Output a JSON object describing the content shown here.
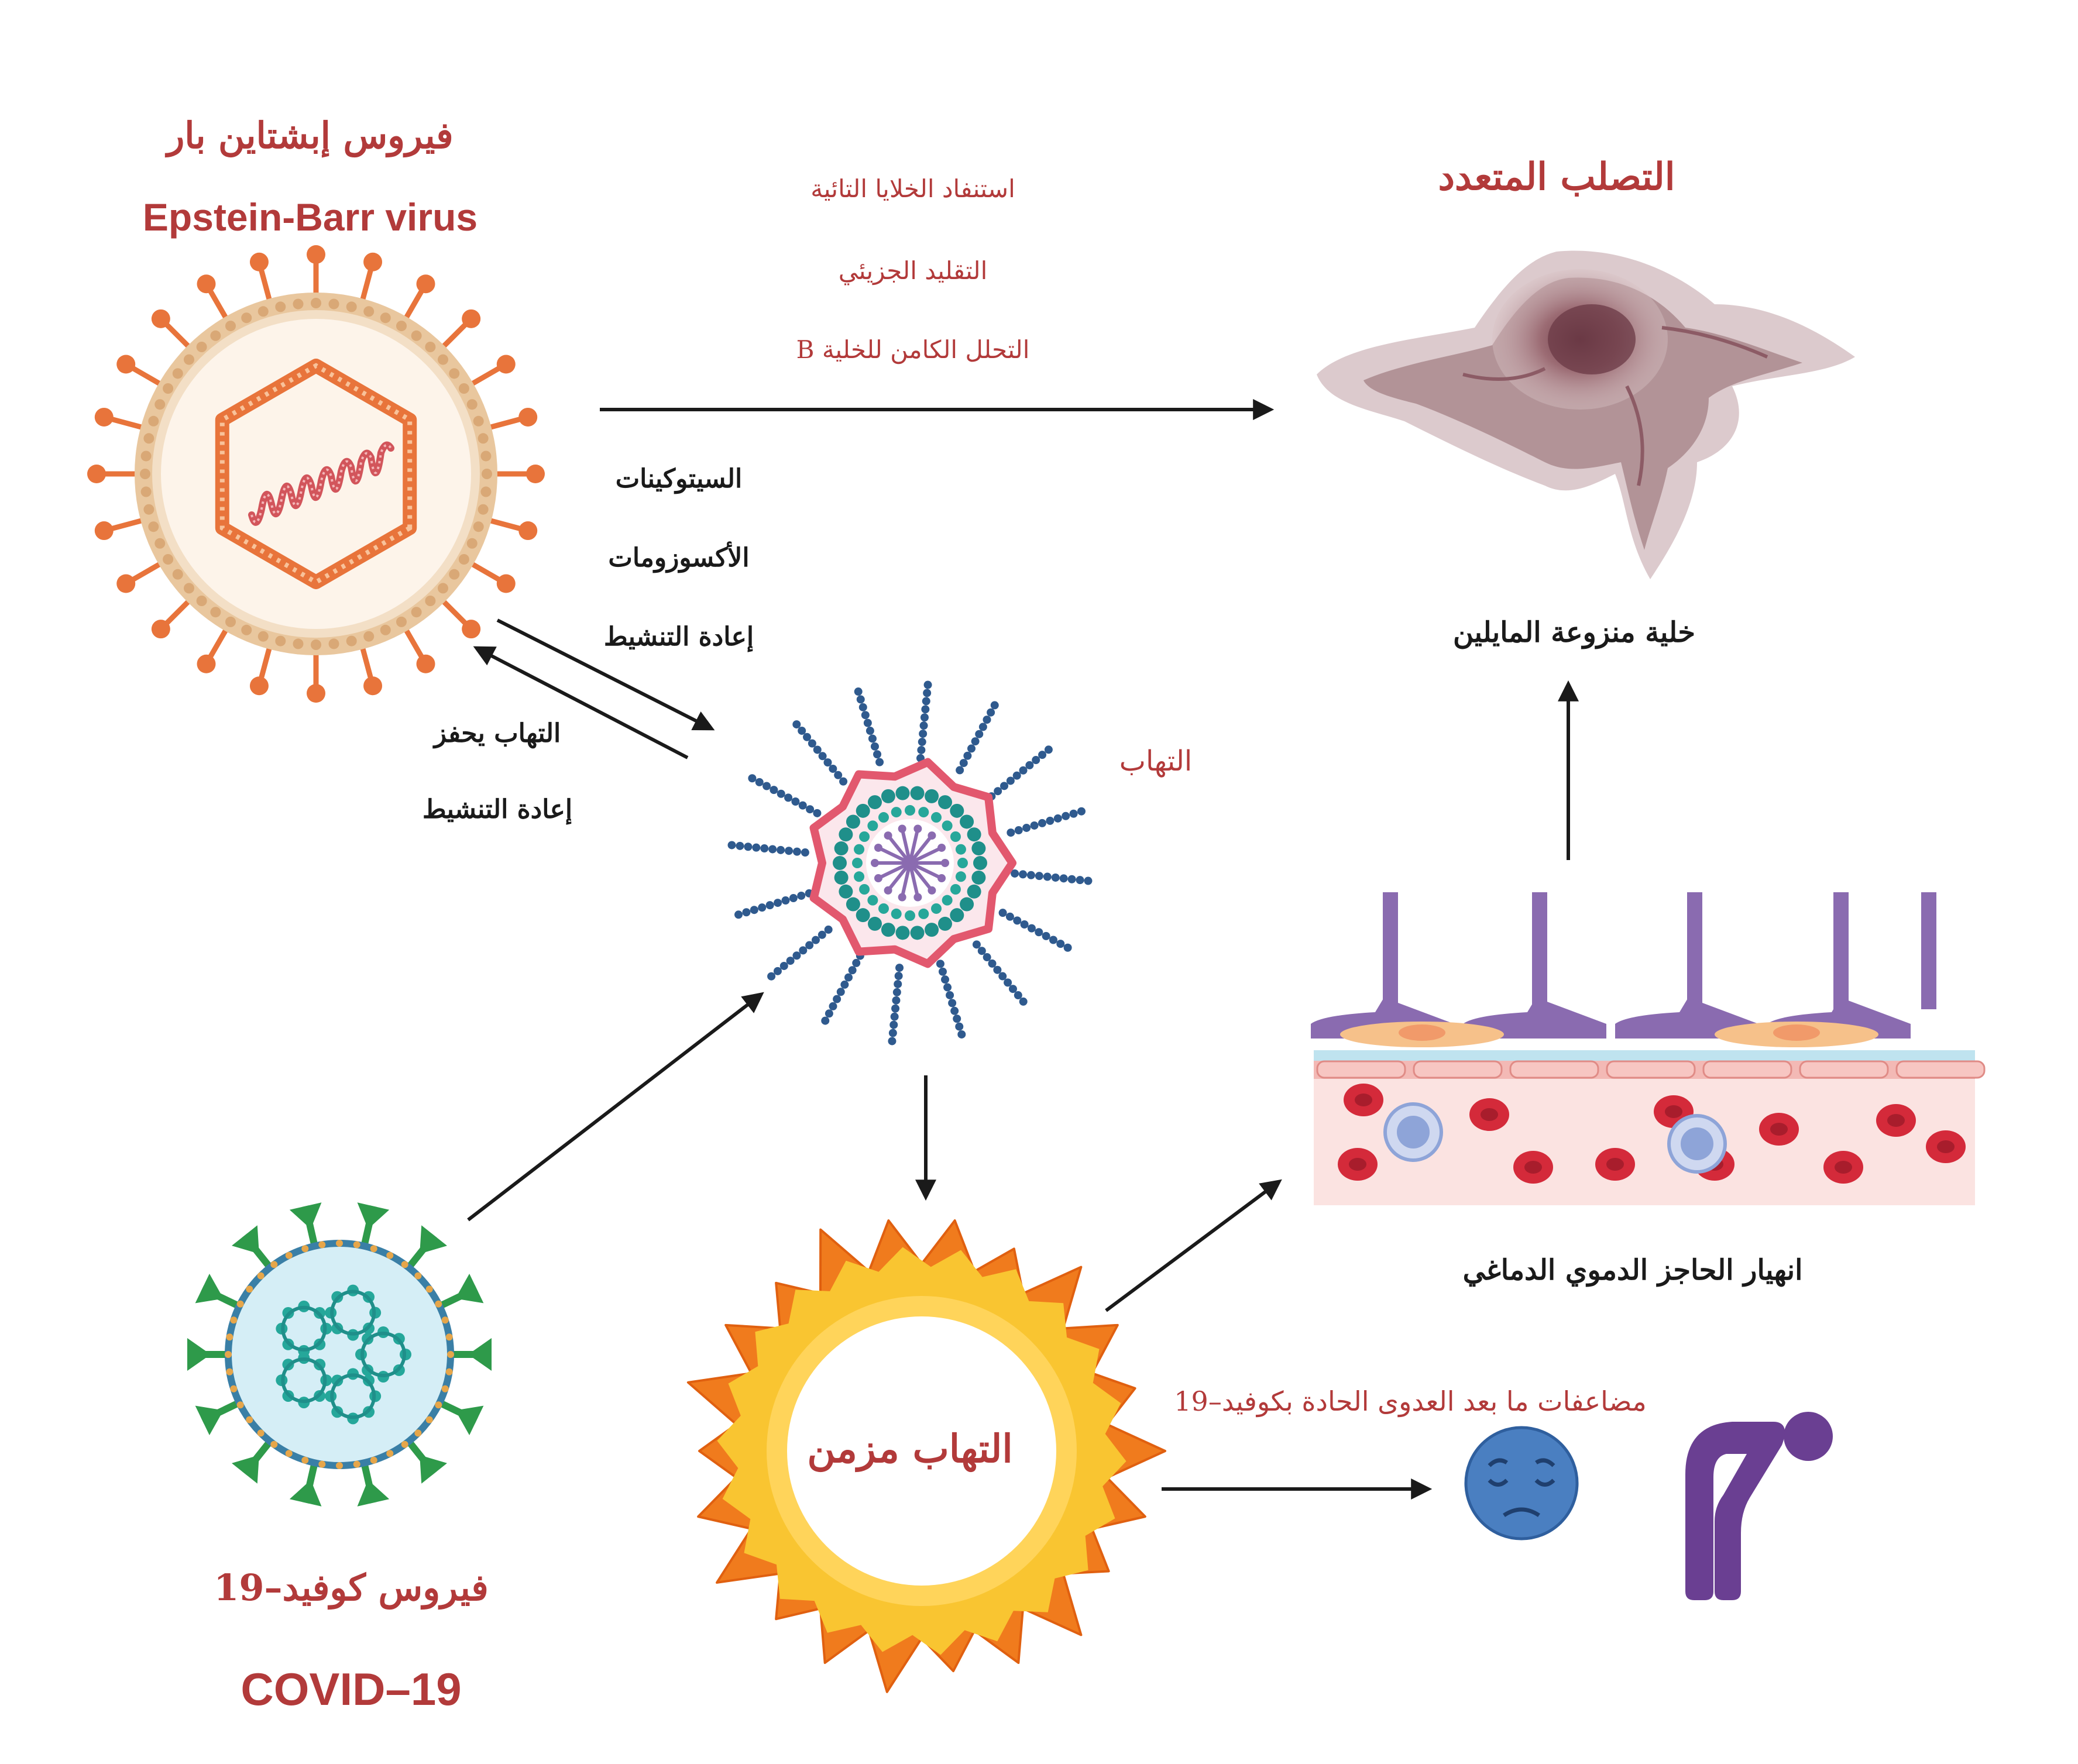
{
  "colors": {
    "title_red": "#b23a3a",
    "label_dark": "#1a1a1a",
    "arrow": "#1a1a1a",
    "ebv_orange": "#e8743b",
    "ebv_membrane": "#e9c79e",
    "covid_green": "#2e9a4a",
    "covid_teal": "#25a79a",
    "covid_body": "#d5eef6",
    "flame_orange": "#f07b1d",
    "flame_yellow": "#f9c531",
    "oligo_mauve": "#8c5b65",
    "bbb_purple": "#8a6bb0",
    "rbc_red": "#d42a3a",
    "wbc_blue": "#8ea4d8",
    "face_blue": "#4a7fc1",
    "person_purple": "#6a3f92"
  },
  "ebv": {
    "title_ar": "فيروس إبشتاين بار",
    "title_en": "Epstein-Barr virus",
    "icon": "epstein-barr-virus-icon"
  },
  "top_mechanisms": [
    "استنفاد الخلايا التائية",
    "التقليد الجزيئي",
    "التحلل الكامن للخلية B"
  ],
  "ms": {
    "title": "التصلب المتعدد",
    "cell_label": "خلية منزوعة المايلين",
    "icon": "demyelinated-oligodendrocyte-icon"
  },
  "ebv_to_inflammation": [
    "السيتوكينات",
    "الأكسوزومات",
    "إعادة التنشيط"
  ],
  "inflammation_to_ebv": [
    "التهاب يحفز",
    "إعادة التنشيط"
  ],
  "inflammation": {
    "label": "التهاب",
    "icon": "inflammation-cell-icon"
  },
  "chronic": {
    "label": "التهاب مزمن",
    "icon": "fire-ring-icon"
  },
  "bbb": {
    "label": "انهيار الحاجز الدموي الدماغي",
    "icon": "blood-brain-barrier-icon"
  },
  "long_covid": {
    "label": "مضاعفات ما بعد العدوى الحادة بكوفيد–19"
  },
  "covid": {
    "title_ar": "فيروس كوفيد–19",
    "title_en": "COVID–19",
    "icon": "covid-19-virus-icon"
  }
}
